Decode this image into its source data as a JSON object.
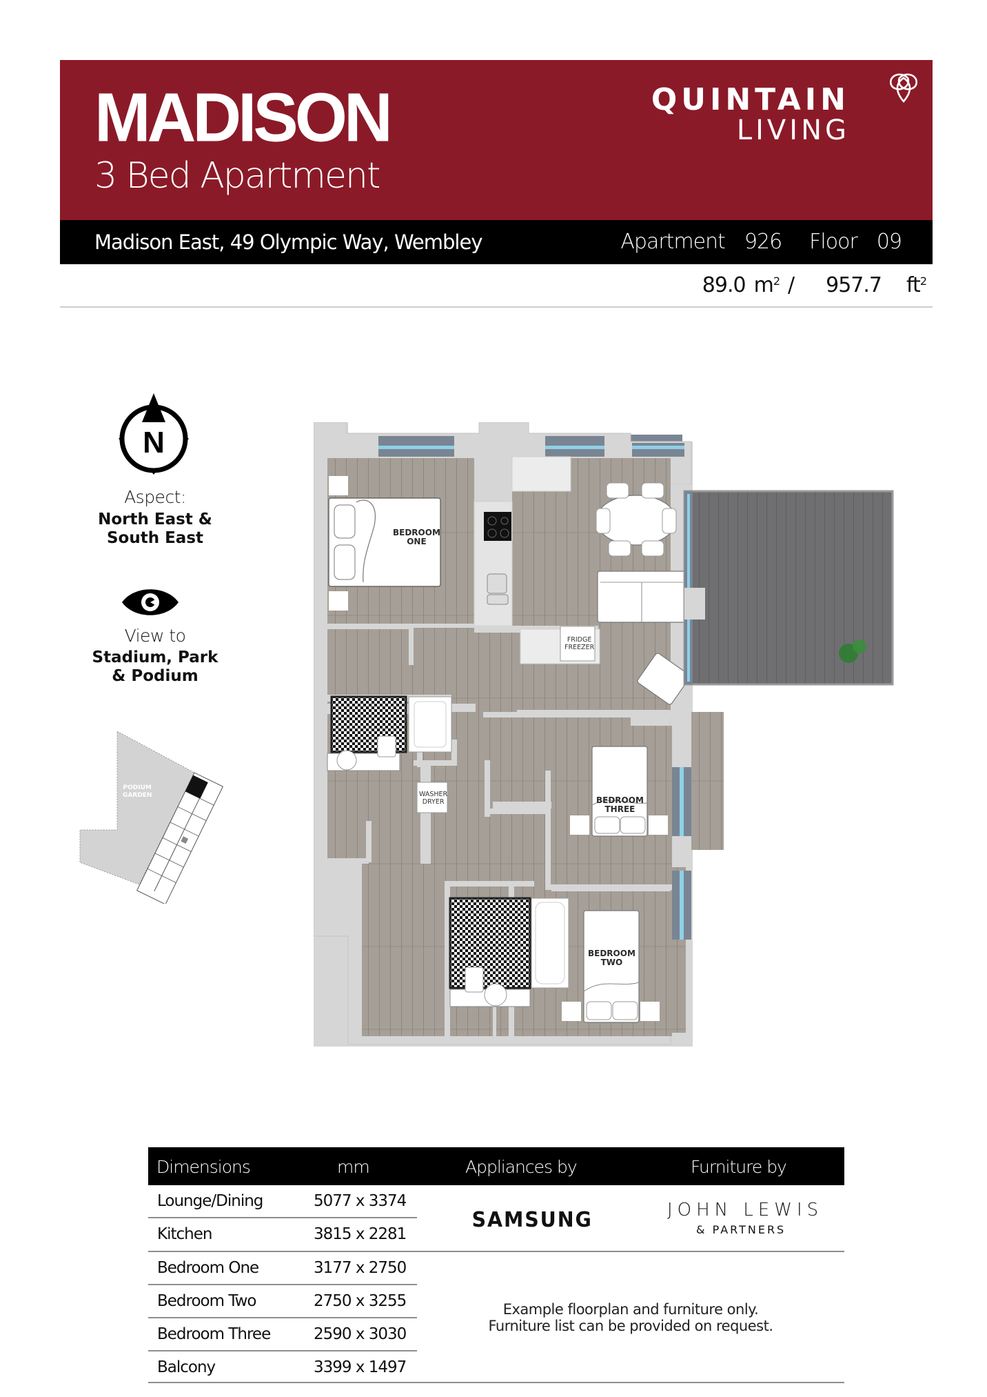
{
  "header": {
    "title": "MADISON",
    "subtitle": "3 Bed Apartment",
    "brand_top": "QUINTAIN",
    "brand_bottom": "LIVING",
    "brand_color": "#8b1a28"
  },
  "infobar": {
    "address": "Madison East, 49 Olympic Way, Wembley",
    "apartment_label": "Apartment",
    "apartment_value": "926",
    "floor_label": "Floor",
    "floor_value": "09"
  },
  "area": {
    "metric_value": "89.0",
    "metric_unit": "m",
    "separator": "/",
    "imperial_value": "957.7",
    "imperial_unit": "ft",
    "exponent": "2"
  },
  "sidebar": {
    "compass_letter": "N",
    "aspect_label": "Aspect:",
    "aspect_line1": "North East &",
    "aspect_line2": "South East",
    "view_label": "View to",
    "view_line1": "Stadium, Park",
    "view_line2": "& Podium",
    "keyplan_label_1": "PODIUM",
    "keyplan_label_2": "GARDEN"
  },
  "floorplan": {
    "rooms": {
      "bedroom_one_1": "BEDROOM",
      "bedroom_one_2": "ONE",
      "bedroom_two_1": "BEDROOM",
      "bedroom_two_2": "TWO",
      "bedroom_three_1": "BEDROOM",
      "bedroom_three_2": "THREE"
    },
    "appliances": {
      "fridge_1": "FRIDGE",
      "fridge_2": "FREEZER",
      "washer_1": "WASHER",
      "washer_2": "DRYER"
    },
    "colors": {
      "wall": "#d6d6d6",
      "floor": "#a49d95",
      "balcony": "#6e6e70",
      "window": "#7ec8e3"
    }
  },
  "table": {
    "headers": {
      "dimensions": "Dimensions",
      "mm": "mm",
      "appliances": "Appliances by",
      "furniture": "Furniture by"
    },
    "rows": [
      {
        "room": "Lounge/Dining",
        "size": "5077 x 3374"
      },
      {
        "room": "Kitchen",
        "size": "3815 x 2281"
      },
      {
        "room": "Bedroom One",
        "size": "3177 x 2750"
      },
      {
        "room": "Bedroom Two",
        "size": "2750 x 3255"
      },
      {
        "room": "Bedroom Three",
        "size": "2590 x 3030"
      },
      {
        "room": "Balcony",
        "size": "3399 x 1497"
      }
    ],
    "appliances_brand": "SAMSUNG",
    "furniture_brand_top": "JOHN LEWIS",
    "furniture_brand_bottom": "& PARTNERS",
    "note_line1": "Example floorplan and furniture only.",
    "note_line2": "Furniture list can be provided on request."
  }
}
